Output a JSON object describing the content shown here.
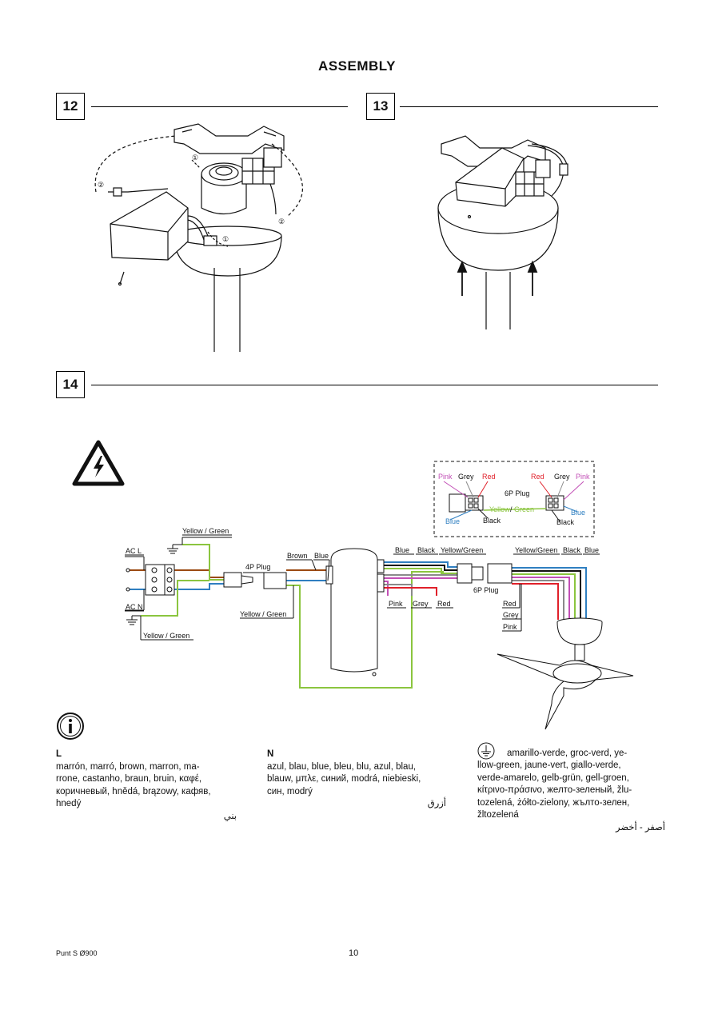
{
  "page": {
    "title": "ASSEMBLY",
    "footer_model": "Punt S Ø900",
    "page_number": "10"
  },
  "steps": [
    {
      "number": "12"
    },
    {
      "number": "13"
    },
    {
      "number": "14"
    }
  ],
  "step12": {
    "marker1": "①",
    "marker2": "②"
  },
  "plug_detail": {
    "left": {
      "pink": "Pink",
      "grey": "Grey",
      "red": "Red",
      "blue": "Blue",
      "black": "Black"
    },
    "right": {
      "red": "Red",
      "grey": "Grey",
      "pink": "Pink",
      "blue": "Blue",
      "black": "Black"
    },
    "plug": "6P Plug",
    "yellow": "Yellow",
    "slash": "/",
    "green": "Green"
  },
  "wiring": {
    "ac_l": "AC L",
    "ac_n": "AC N",
    "yg_top": "Yellow / Green",
    "yg_bottom": "Yellow / Green",
    "yg_mid": "Yellow / Green",
    "plug_4p": "4P Plug",
    "brown": "Brown",
    "blue": "Blue",
    "ctrl_blue": "Blue",
    "ctrl_black": "Black",
    "ctrl_yg": "Yellow/Green",
    "ctrl_pink": "Pink",
    "ctrl_grey": "Grey",
    "ctrl_red": "Red",
    "fan_yg": "Yellow/Green",
    "fan_black": "Black",
    "fan_blue": "Blue",
    "plug_6p": "6P Plug",
    "fan_red": "Red",
    "fan_grey": "Grey",
    "fan_pink": "Pink"
  },
  "colors": {
    "brown": "#9b4a12",
    "blue": "#2f7fc1",
    "yellow_green": "#8bc53f",
    "red": "#e0202a",
    "pink": "#c24fb6",
    "grey": "#8a8a8a",
    "black": "#111111"
  },
  "legend": {
    "L": {
      "heading": "L",
      "lines": [
        "marrón, marró, brown, marron, ma-",
        "rrone, castanho, braun, bruin, καφέ,",
        "коричневый, hnědá, brązowy, кафяв,",
        "hnedý"
      ],
      "arabic": "بني"
    },
    "N": {
      "heading": "N",
      "lines": [
        "azul, blau, blue, bleu, blu, azul, blau,",
        "blauw, μπλε, синий, modrá, niebieski,",
        "син, modrý"
      ],
      "arabic": "أزرق"
    },
    "PE": {
      "first": "amarillo-verde, groc-verd, ye-",
      "lines": [
        "llow-green, jaune-vert,  giallo-verde,",
        "verde-amarelo, gelb-grün, gell-groen,",
        "κίτρινο-πράσινο, желто-зеленый, žlu-",
        "tozelená, żółto-zielony, жълто-зелен,",
        "žltozelená"
      ],
      "arabic": "أصفر - أخضر"
    }
  }
}
